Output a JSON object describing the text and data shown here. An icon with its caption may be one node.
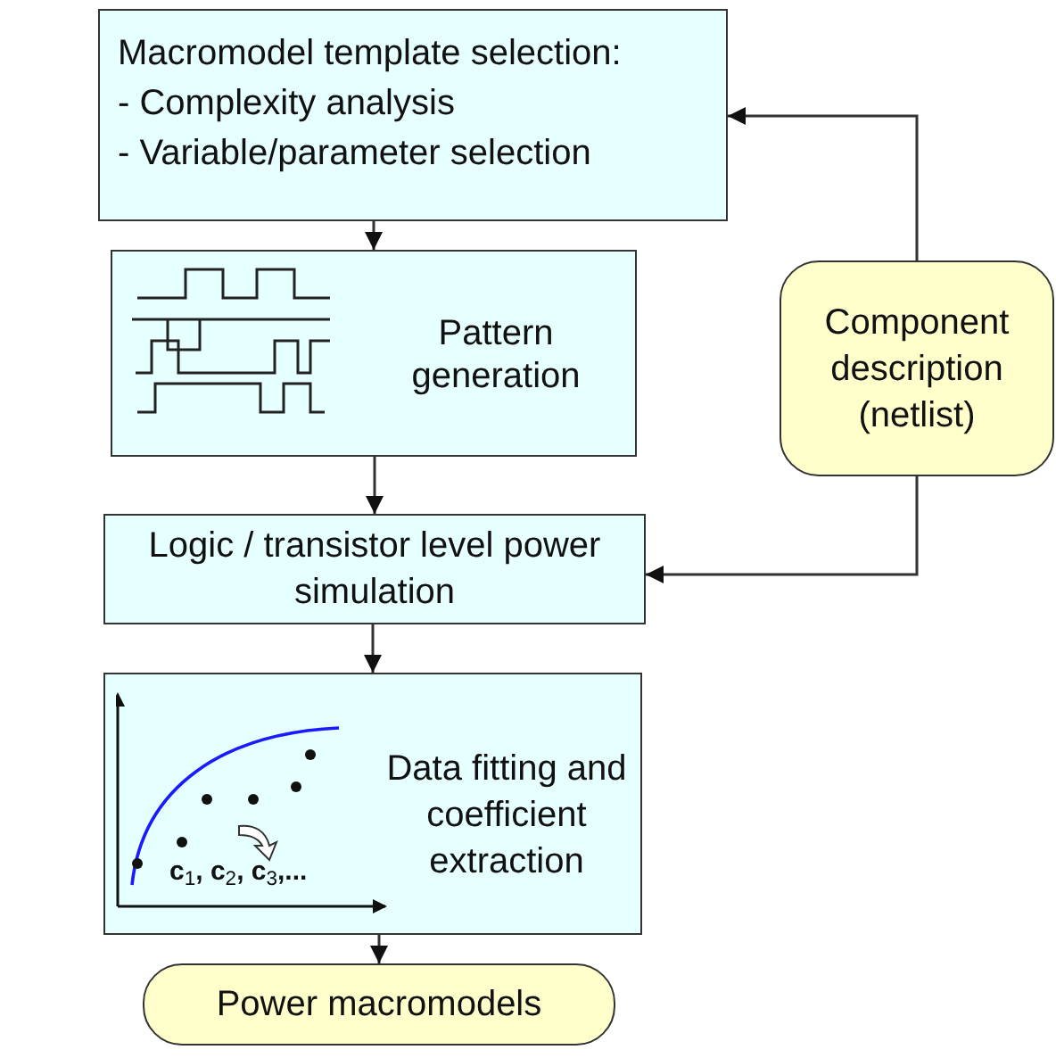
{
  "diagram": {
    "nodes": [
      {
        "text": [
          "Macromodel template selection:",
          "- Complexity analysis",
          "- Variable/parameter selection"
        ]
      },
      {
        "text": [
          "Pattern generation"
        ]
      },
      {
        "text": [
          "Component description (netlist)"
        ]
      },
      {
        "text": [
          "Logic / transistor level power simulation"
        ]
      },
      {
        "text": [
          "Data fitting and coefficient extraction"
        ]
      },
      {
        "text": [
          "Power macromodels"
        ]
      }
    ],
    "edges": [
      {
        "from": 0,
        "to": 1,
        "arrow": "to"
      },
      {
        "from": 1,
        "to": 3,
        "arrow": "to"
      },
      {
        "from": 3,
        "to": 4,
        "arrow": "to"
      },
      {
        "from": 4,
        "to": 5,
        "arrow": "to"
      },
      {
        "from": 2,
        "to": 0,
        "arrow": "to"
      },
      {
        "from": 2,
        "to": 3,
        "arrow": "to"
      }
    ],
    "labels": [
      "**c**$_{1}$**, c**$_{2}$**, c**$_{3}$**,...**"
    ]
  }
}
